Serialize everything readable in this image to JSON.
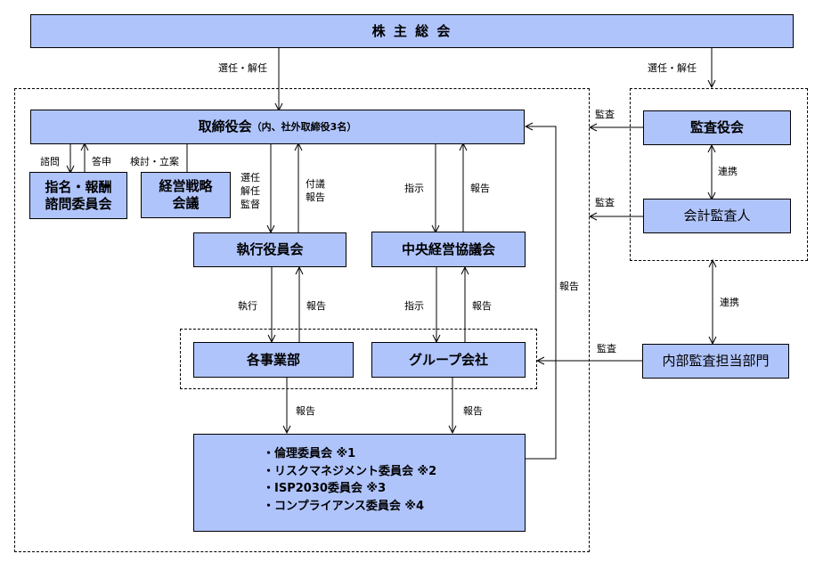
{
  "diagram": {
    "title_box": "株 主 総 会",
    "nodes": {
      "shareholders": "株 主 総 会",
      "board": "取締役会",
      "board_note": "（内、社外取締役3名）",
      "nomination_committee": "指名・報酬\n諮問委員会",
      "strategy_meeting": "経営戦略\n会議",
      "executive_officers": "執行役員会",
      "central_council": "中央経営協議会",
      "business_divisions": "各事業部",
      "group_companies": "グループ会社",
      "audit_board": "監査役会",
      "accounting_auditor": "会計監査人",
      "internal_audit": "内部監査担当部門"
    },
    "committees": [
      "・倫理委員会 ※1",
      "・リスクマネジメント委員会 ※2",
      "・ISP2030委員会 ※3",
      "・コンプライアンス委員会 ※4"
    ],
    "edge_labels": {
      "elect_dismiss_board": "選任・解任",
      "elect_dismiss_audit": "選任・解任",
      "consult": "諮問",
      "report_back": "答申",
      "review_plan": "検討・立案",
      "elect_dismiss_supervise": "選任\n解任\n監督",
      "refer_report": "付議\n報告",
      "instruct_central": "指示",
      "report_central": "報告",
      "execute": "執行",
      "report_exec": "報告",
      "instruct_group": "指示",
      "report_group": "報告",
      "report_div": "報告",
      "report_grp_comm": "報告",
      "report_committee_board": "報告",
      "audit_board_audit": "監査",
      "accounting_audit": "監査",
      "internal_audit_audit": "監査",
      "cooperate_1": "連携",
      "cooperate_2": "連携"
    }
  }
}
